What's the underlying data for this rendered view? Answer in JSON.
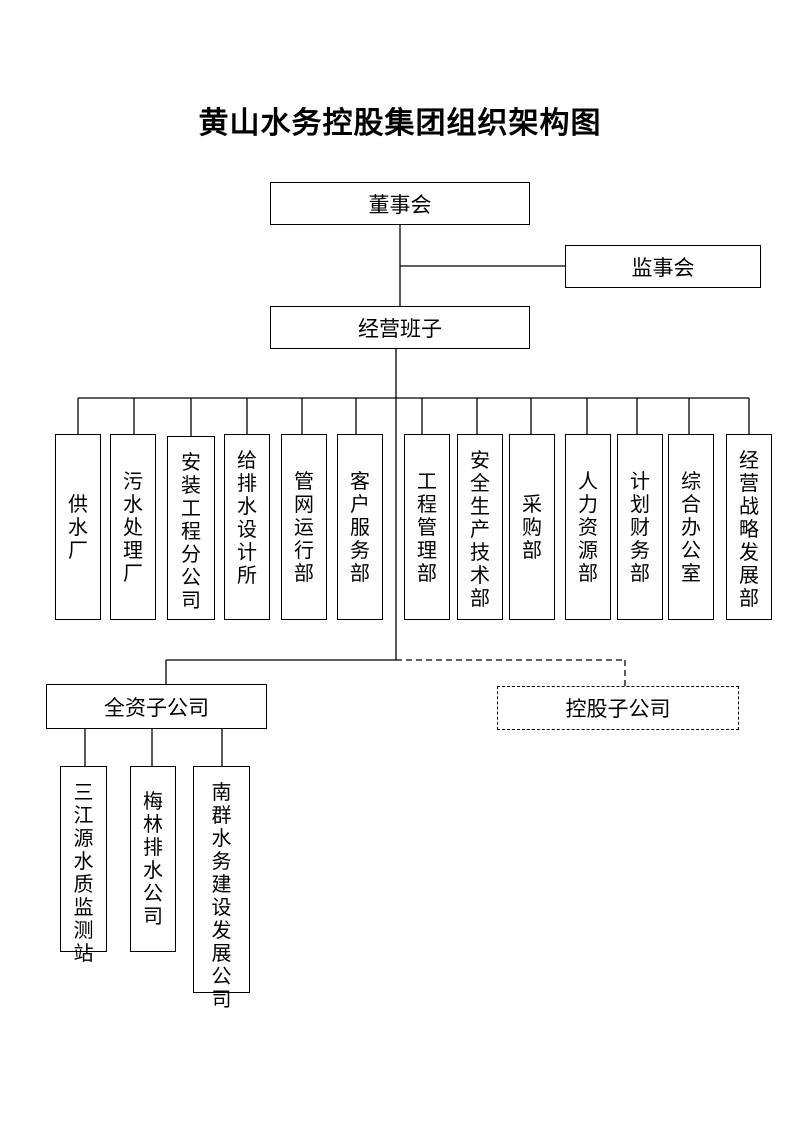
{
  "title": "黄山水务控股集团组织架构图",
  "board": "董事会",
  "supervisory": "监事会",
  "management": "经营班子",
  "departments": [
    "供水厂",
    "污水处理厂",
    "安装工程分公司",
    "给排水设计所",
    "管网运行部",
    "客户服务部",
    "工程管理部",
    "安全生产技术部",
    "采购部",
    "人力资源部",
    "计划财务部",
    "综合办公室",
    "经营战略发展部"
  ],
  "wholly_owned": "全资子公司",
  "holding": "控股子公司",
  "subsidiaries": [
    "三江源水质监测站",
    "梅林排水公司",
    "南群水务建设发展公司"
  ]
}
